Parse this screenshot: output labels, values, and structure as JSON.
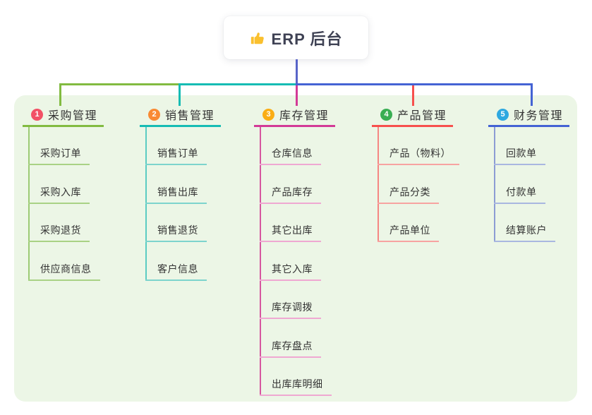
{
  "root": {
    "label": "ERP 后台",
    "icon": "thumbs-up-icon",
    "icon_color": "#FAC02E",
    "drop_line_color": "#5864C8"
  },
  "canvas": {
    "background": "#FFFFFF",
    "panel_color": "#ECF6E6"
  },
  "branches": [
    {
      "index": "1",
      "label": "采购管理",
      "badge_color": "#F25166",
      "line_color": "#82BB41",
      "trunk_color": "#9CCB74",
      "child_line_color": "#A9D285",
      "children": [
        "采购订单",
        "采购入库",
        "采购退货",
        "供应商信息"
      ]
    },
    {
      "index": "2",
      "label": "销售管理",
      "badge_color": "#F98A33",
      "line_color": "#16BCB4",
      "trunk_color": "#5BCCC3",
      "child_line_color": "#7DD4CD",
      "children": [
        "销售订单",
        "销售出库",
        "销售退货",
        "客户信息"
      ]
    },
    {
      "index": "3",
      "label": "库存管理",
      "badge_color": "#FAAD14",
      "line_color": "#D33A97",
      "trunk_color": "#D6569F",
      "child_line_color": "#EFA8D2",
      "children": [
        "仓库信息",
        "产品库存",
        "其它出库",
        "其它入库",
        "库存调拨",
        "库存盘点",
        "出库库明细"
      ]
    },
    {
      "index": "4",
      "label": "产品管理",
      "badge_color": "#39AE53",
      "line_color": "#F7504D",
      "trunk_color": "#F58683",
      "child_line_color": "#F7A3A1",
      "children": [
        "产品（物料）",
        "产品分类",
        "产品单位"
      ]
    },
    {
      "index": "5",
      "label": "财务管理",
      "badge_color": "#2EA8E0",
      "line_color": "#4463D4",
      "trunk_color": "#8C9CD4",
      "child_line_color": "#A9B7E0",
      "children": [
        "回款单",
        "付款单",
        "结算账户"
      ]
    }
  ]
}
